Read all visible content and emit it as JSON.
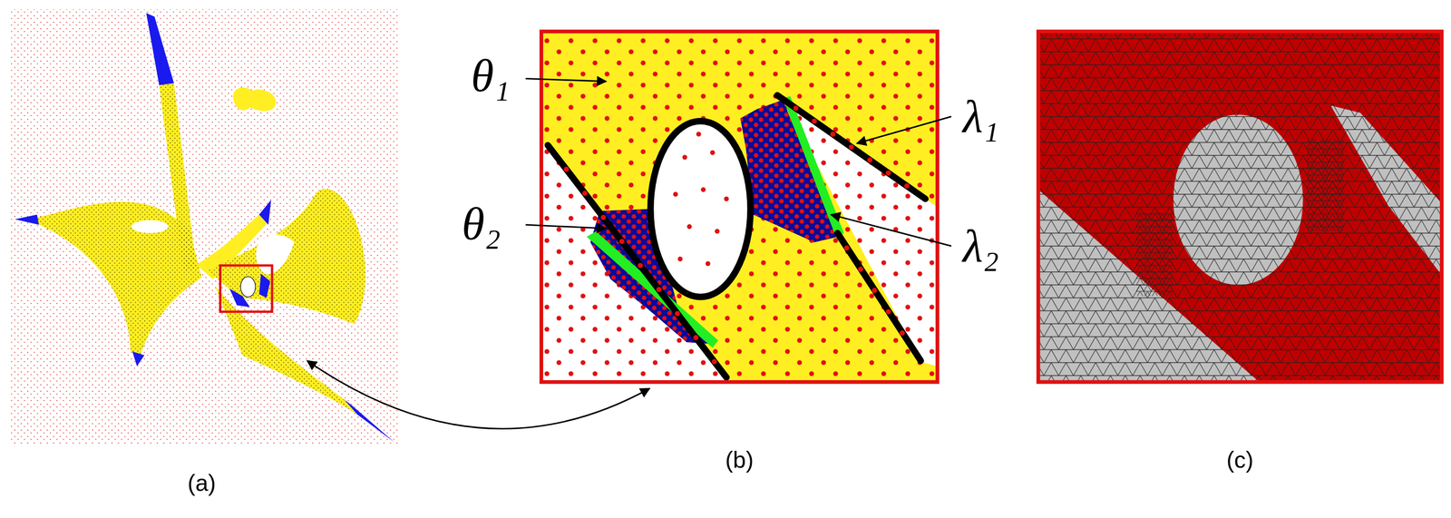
{
  "diagram": {
    "labels": [
      "θ₁",
      "θ₂",
      "λ₁",
      "λ₂",
      "(a)",
      "(b)",
      "(c)"
    ]
  }
}
